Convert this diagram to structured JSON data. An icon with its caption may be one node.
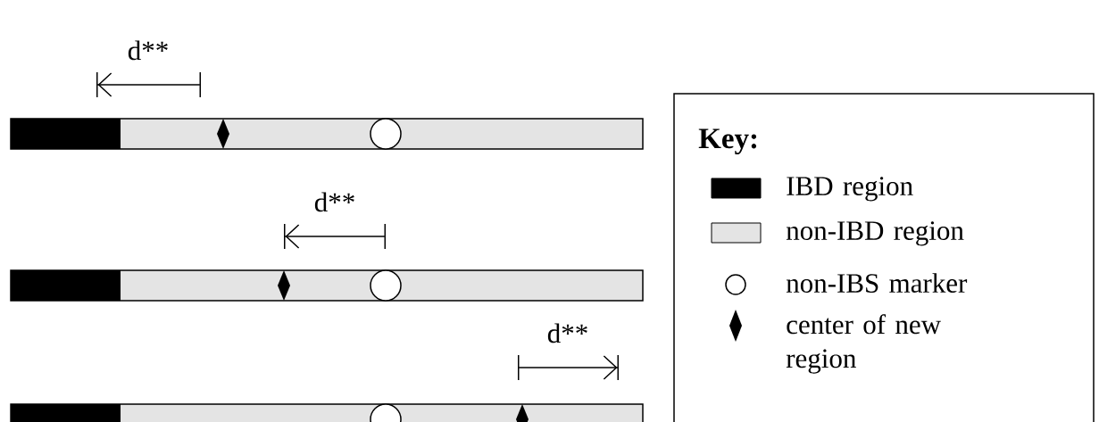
{
  "diagram": {
    "labels": [
      "d**",
      "d**",
      "d**",
      "Key:"
    ],
    "legend": [
      {
        "text": "IBD region",
        "color": "#000000"
      },
      {
        "text": "non-IBD region",
        "color": "#e4e4e4"
      },
      {
        "text": "non-IBS marker"
      },
      {
        "text": "center of new region"
      }
    ]
  }
}
